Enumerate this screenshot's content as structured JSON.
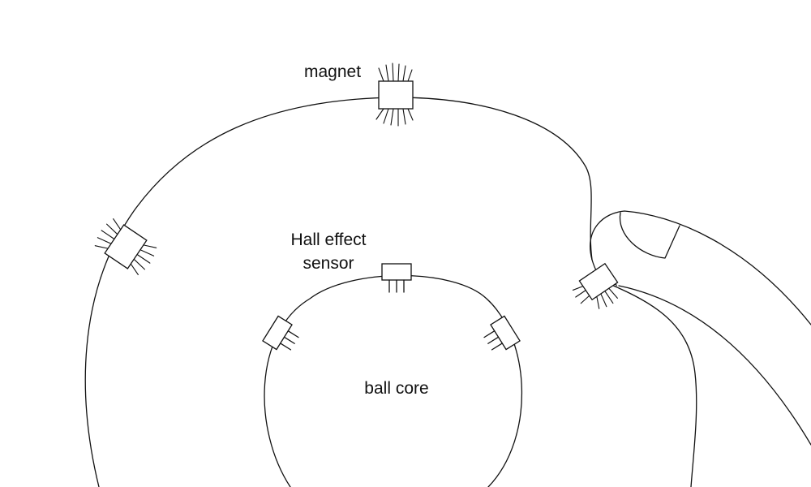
{
  "labels": {
    "magnet": "magnet",
    "sensor_line1": "Hall effect",
    "sensor_line2": "sensor",
    "core": "ball core"
  },
  "colors": {
    "stroke": "#111111",
    "background": "#ffffff"
  }
}
